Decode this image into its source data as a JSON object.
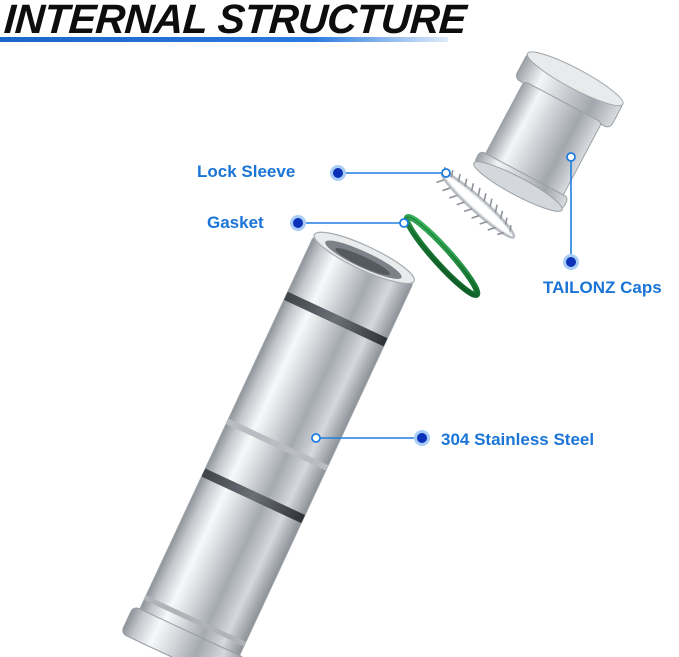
{
  "heading": "INTERNAL STRUCTURE",
  "callouts": {
    "lock_sleeve": "Lock Sleeve",
    "gasket": "Gasket",
    "caps": "TAILONZ Caps",
    "body": "304 Stainless Steel"
  },
  "colors": {
    "accent_blue": "#1a75d6",
    "marker_dot": "#0a31b8",
    "gasket_green": "#1f8a3c",
    "steel_mid": "#c9ccd0"
  }
}
